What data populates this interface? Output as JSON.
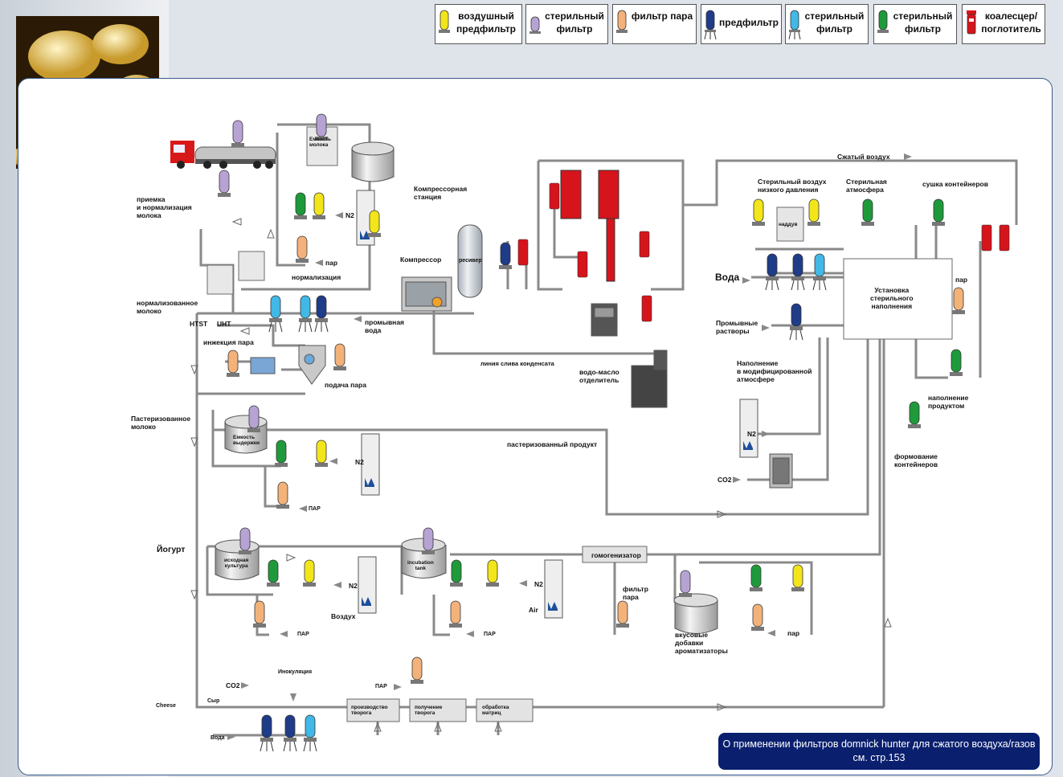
{
  "legend": [
    {
      "text": "воздушный предфильтр",
      "color": "#f2e51a"
    },
    {
      "text": "стерильный фильтр",
      "color": "#b6a3d4"
    },
    {
      "text": "фильтр пара",
      "color": "#f2b27a"
    },
    {
      "text": "предфильтр",
      "color": "#1f3c88"
    },
    {
      "text": "стерильный фильтр",
      "color": "#41b8e6"
    },
    {
      "text": "стерильный фильтр",
      "color": "#1f9a3a"
    },
    {
      "text": "коалесцер/ поглотитель",
      "color": "#d6141c"
    }
  ],
  "labels": {
    "milk_tank": "Емкость\nмолока",
    "reception": "приемка\nи нормализация\nмолока",
    "compressor_station": "Компрессорная\nстанция",
    "compressor": "Компрессор",
    "receiver": "ресивер",
    "compressed_air": "Сжатый воздух",
    "sterile_low": "Стерильный воздух\nнизкого давления",
    "sterile_atm": "Стерильная\nатмосфера",
    "container_dry": "сушка контейнеров",
    "boost": "наддув",
    "water1": "Вода",
    "filling_unit": "Установка\nстерильного\nнаполнения",
    "par_r": "пар",
    "wash_solutions": "Промывные\nрастворы",
    "mod_atm": "Наполнение\nв модифицированной\nатмосфере",
    "n2_r": "N2",
    "co2_r": "CO2",
    "product_fill": "наполнение\nпродуктом",
    "container_form": "формование\nконтейнеров",
    "n2_1": "N2",
    "par_1": "пар",
    "normalization": "нормализация",
    "normalized_milk": "нормализованное\nмолоко",
    "htst": "HTST",
    "uht": "UHT",
    "wash_water": "промывная\nвода",
    "steam_injection": "инжекция пара",
    "steam_supply": "подача пара",
    "condensate": "линия слива конденсата",
    "water_oil": "водо-масло\nотделитель",
    "past_milk": "Пастеризованное\nмолоко",
    "hold_tank": "Емкость\nвыдержки",
    "n2_2": "N2",
    "par_2": "ПАР",
    "past_product": "пастеризованный продукт",
    "yogurt": "Йогурт",
    "starter": "исходная\nкультура",
    "n2_3": "N2",
    "air_3": "Воздух",
    "par_3": "ПАР",
    "incubation": "incubation\ntank",
    "n2_4": "N2",
    "air_4": "Air",
    "par_4": "ПАР",
    "homogenizer": "гомогенизатор",
    "steam_filter": "фильтр\nпара",
    "flavors": "вкусовые\nдобавки\nароматизаторы",
    "par_5": "пар",
    "inoculation": "Инокуляция",
    "co2_c": "CO2",
    "par_c": "ПАР",
    "cheese": "Cheese",
    "syr": "Сыр",
    "water_c": "Вода",
    "curd_prod": "производство\nтворога",
    "curd_get": "получение\nтворога",
    "matrix": "обработка\nматриц"
  },
  "note": "О применении фильтров domnick hunter для сжатого воздуха/газов см. стр.153"
}
